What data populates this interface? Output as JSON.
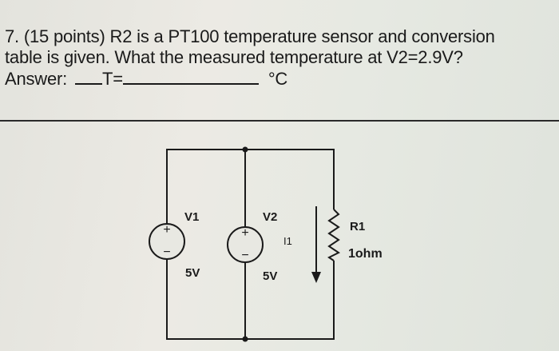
{
  "question": {
    "line1": "7. (15 points) R2 is a PT100 temperature sensor and conversion",
    "line2": "table is given. What the measured temperature at V2=2.9V?",
    "answer_label": "Answer:",
    "t_label": "T=",
    "unit": "°C"
  },
  "circuit": {
    "v1_label": "V1",
    "v1_value": "5V",
    "v2_label": "V2",
    "v2_value": "5V",
    "current_label": "I1",
    "r1_label": "R1",
    "r1_value": "1ohm",
    "plus_sign": "+",
    "minus_sign": "−"
  }
}
